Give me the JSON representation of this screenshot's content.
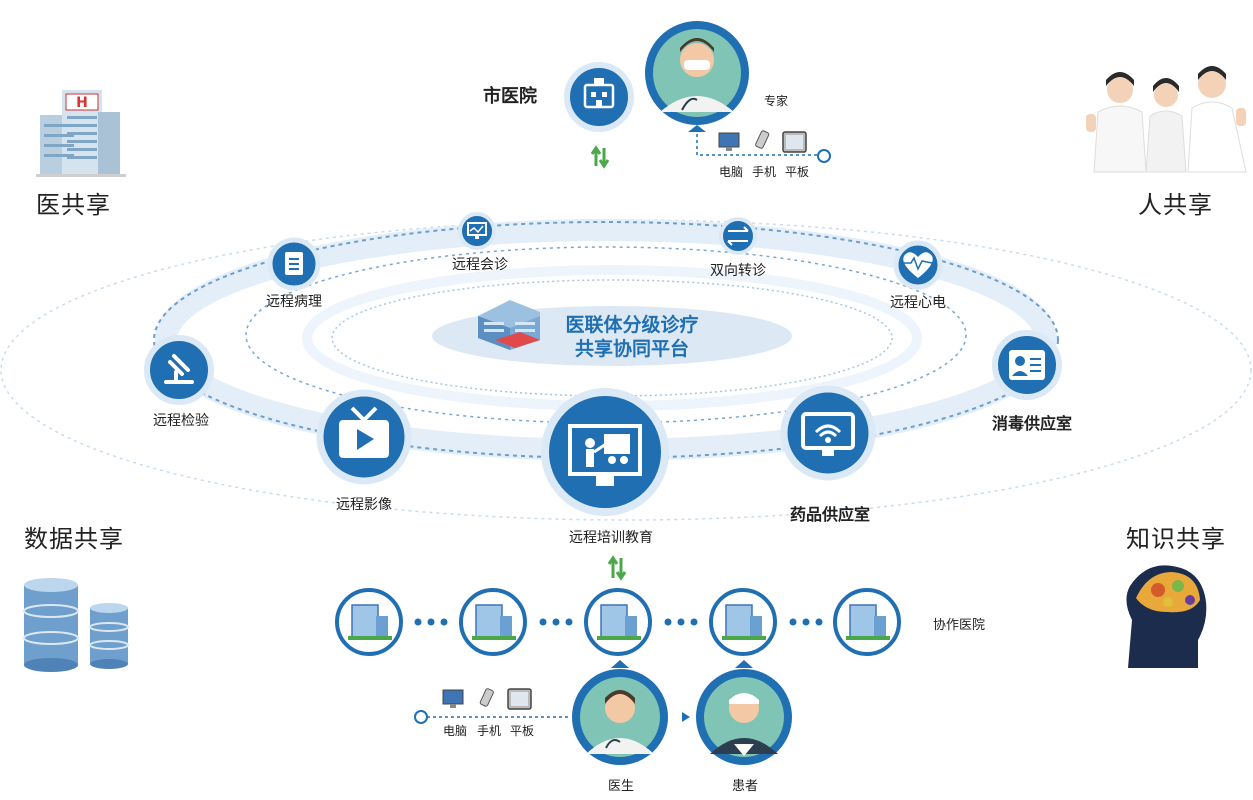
{
  "corners": {
    "top_left": "医共享",
    "top_right": "人共享",
    "bottom_left": "数据共享",
    "bottom_right": "知识共享"
  },
  "top": {
    "city_hospital": "市医院",
    "expert": "专家",
    "devices": [
      "电脑",
      "手机",
      "平板"
    ]
  },
  "center": {
    "title_line1": "医联体分级诊疗",
    "title_line2": "共享协同平台"
  },
  "services": {
    "remote_pathology": "远程病理",
    "remote_consultation": "远程会诊",
    "two_way_referral": "双向转诊",
    "remote_ecg": "远程心电",
    "remote_lab": "远程检验",
    "disinfection_supply": "消毒供应室",
    "remote_imaging": "远程影像",
    "remote_training": "远程培训教育",
    "pharmacy_supply": "药品供应室"
  },
  "bottom": {
    "cooperative_hospital": "协作医院",
    "devices": [
      "电脑",
      "手机",
      "平板"
    ],
    "doctor": "医生",
    "patient": "患者"
  },
  "colors": {
    "primary_blue": "#1f6fb2",
    "ring_blue": "#9cc3e4",
    "light_blue": "#dbe9f6",
    "arrow_green": "#4aa84a",
    "teal_circle": "#7fc4b4"
  }
}
